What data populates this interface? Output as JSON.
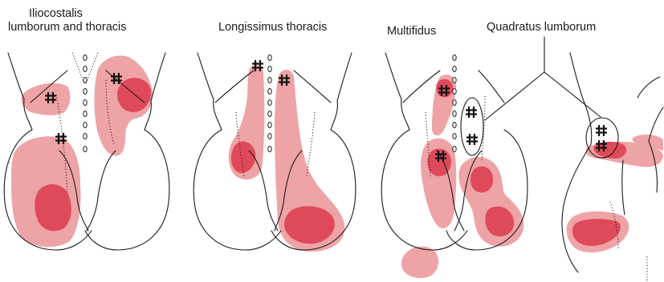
{
  "labels": {
    "iliocostalis_line1": "Iliocostalis",
    "iliocostalis_line2": "lumborum and thoracis",
    "longissimus": "Longissimus thoracis",
    "multifidus": "Multifidus",
    "quadratus": "Quadratus lumborum"
  },
  "colors": {
    "referred_pain_light": "#eea3a6",
    "referred_pain_dark": "#df4a5a",
    "outline": "#1a1a1a"
  },
  "icons": [
    "trigger-point-hash-icon"
  ]
}
